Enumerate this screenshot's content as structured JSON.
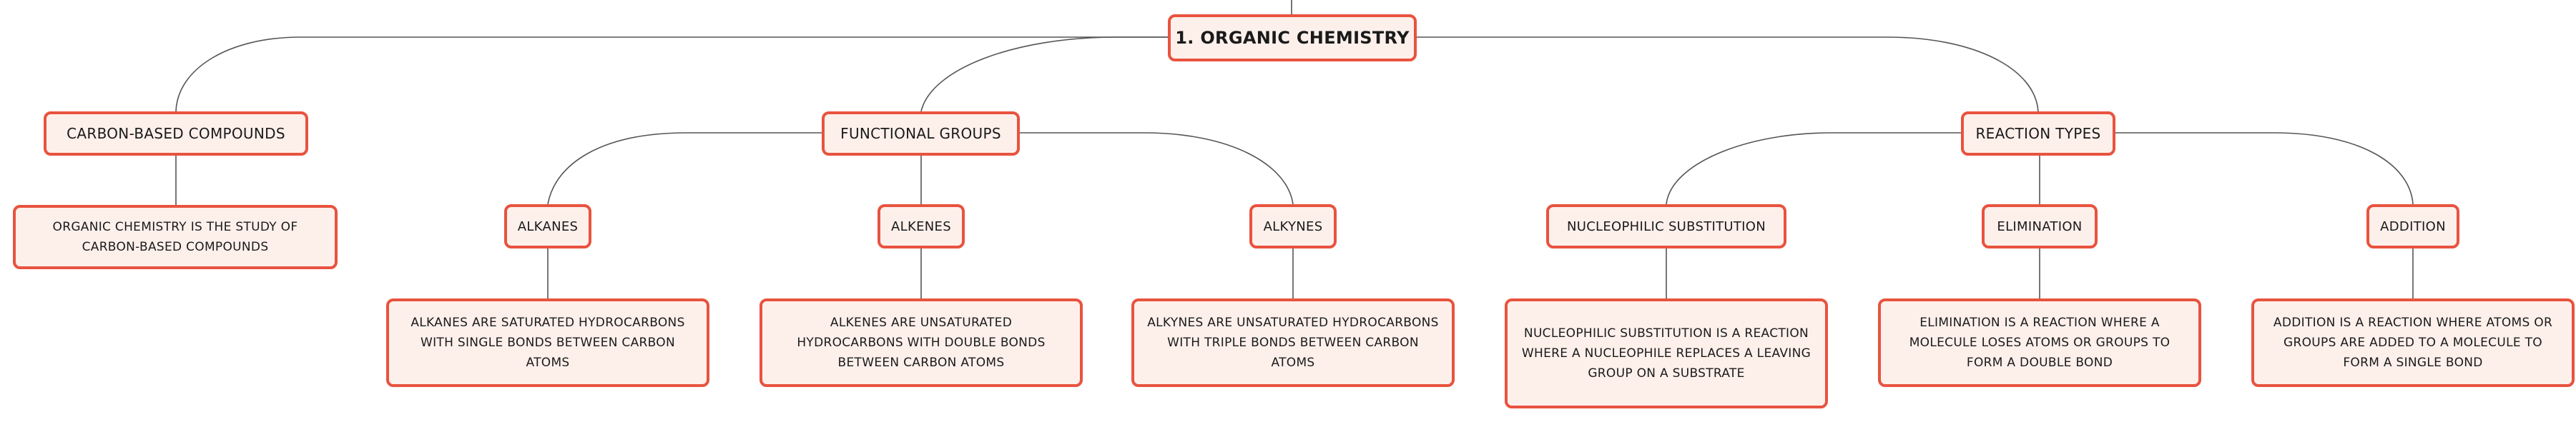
{
  "mindmap": {
    "root": "1. ORGANIC CHEMISTRY",
    "carbon_based": {
      "label": "CARBON-BASED COMPOUNDS",
      "definition": "ORGANIC CHEMISTRY IS THE STUDY OF CARBON-BASED COMPOUNDS"
    },
    "functional_groups": {
      "label": "FUNCTIONAL GROUPS",
      "alkanes": {
        "label": "ALKANES",
        "definition": "ALKANES ARE SATURATED HYDROCARBONS WITH SINGLE BONDS BETWEEN CARBON ATOMS"
      },
      "alkenes": {
        "label": "ALKENES",
        "definition": "ALKENES ARE UNSATURATED HYDROCARBONS WITH DOUBLE BONDS BETWEEN CARBON ATOMS"
      },
      "alkynes": {
        "label": "ALKYNES",
        "definition": "ALKYNES ARE UNSATURATED HYDROCARBONS WITH TRIPLE BONDS BETWEEN CARBON ATOMS"
      }
    },
    "reaction_types": {
      "label": "REACTION TYPES",
      "nucleophilic": {
        "label": "NUCLEOPHILIC SUBSTITUTION",
        "definition": "NUCLEOPHILIC SUBSTITUTION IS A REACTION WHERE A NUCLEOPHILE REPLACES A LEAVING GROUP ON A SUBSTRATE"
      },
      "elimination": {
        "label": "ELIMINATION",
        "definition": "ELIMINATION IS A REACTION WHERE A MOLECULE LOSES ATOMS OR GROUPS TO FORM A DOUBLE BOND"
      },
      "addition": {
        "label": "ADDITION",
        "definition": "ADDITION IS A REACTION WHERE ATOMS OR GROUPS ARE ADDED TO A MOLECULE TO FORM A SINGLE BOND"
      }
    }
  }
}
